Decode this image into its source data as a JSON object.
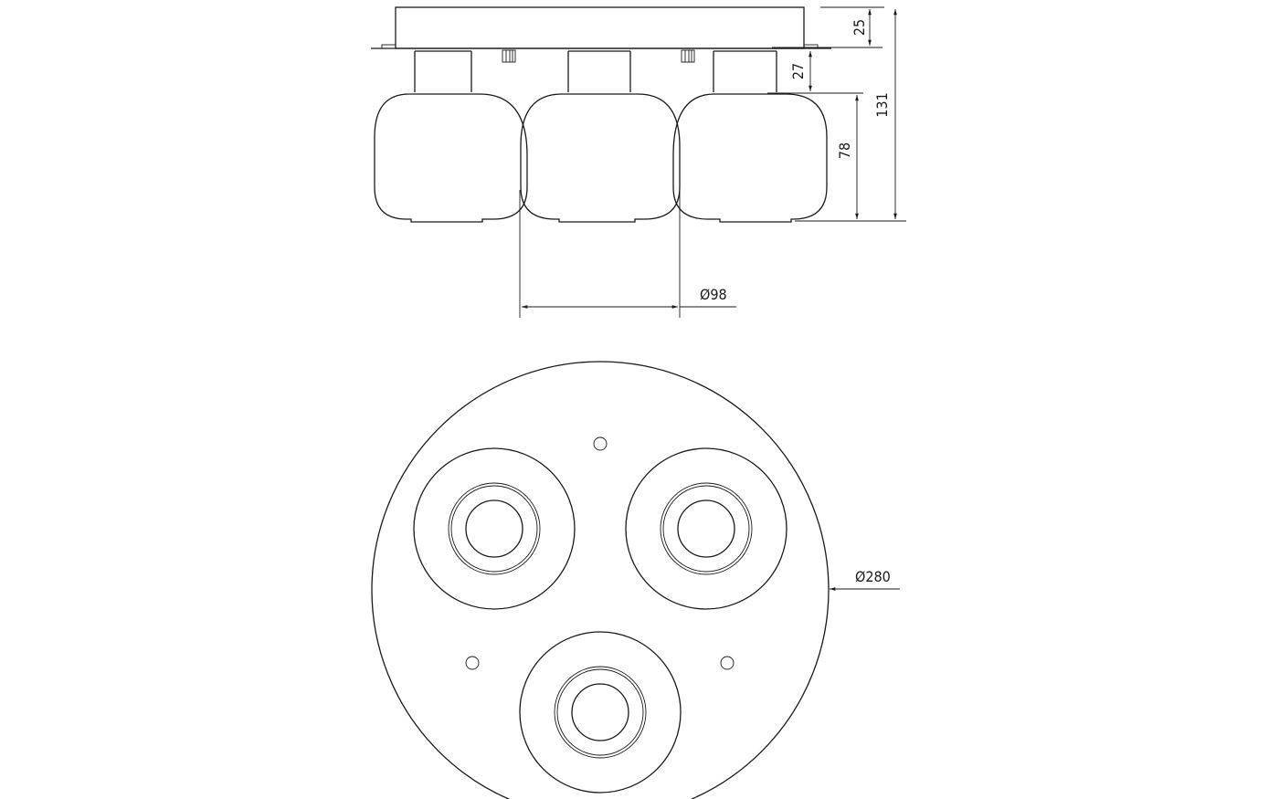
{
  "drawing": {
    "line_color": "#1a1a1a",
    "background": "#ffffff",
    "dimensions": {
      "base_height": "25",
      "stem_height": "27",
      "globe_height": "78",
      "total_height": "131",
      "globe_diameter": "Ø98",
      "base_diameter": "Ø280"
    }
  }
}
